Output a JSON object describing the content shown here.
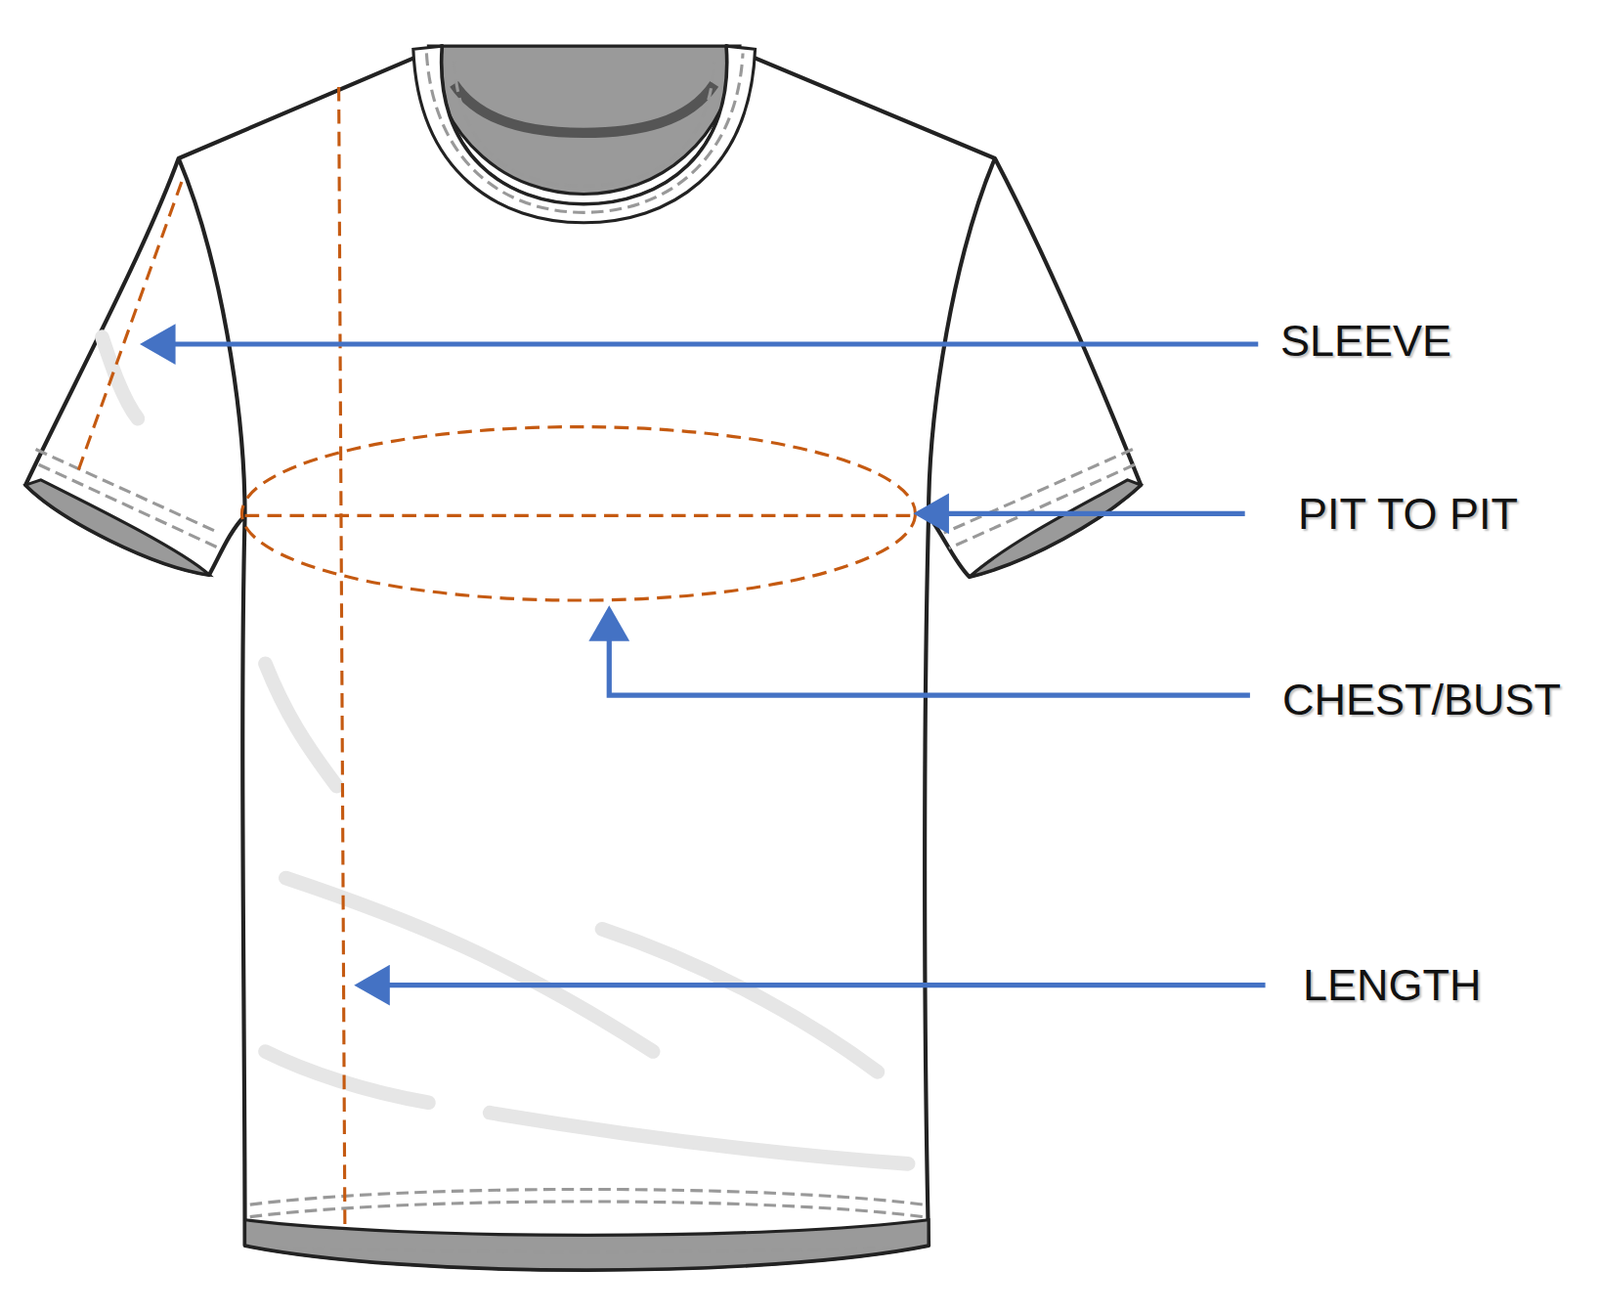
{
  "diagram": {
    "labels": [
      "SLEEVE",
      "PIT TO PIT",
      "CHEST/BUST",
      "LENGTH"
    ]
  }
}
